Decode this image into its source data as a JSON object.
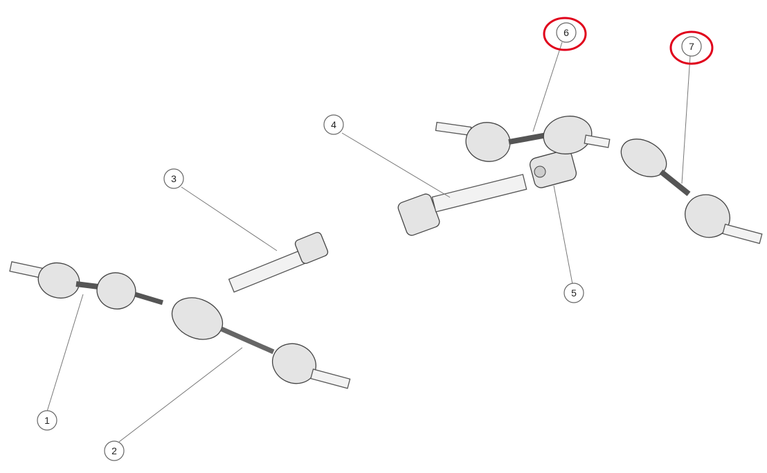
{
  "diagram": {
    "callouts": [
      {
        "label": "1",
        "highlighted": false
      },
      {
        "label": "2",
        "highlighted": false
      },
      {
        "label": "3",
        "highlighted": false
      },
      {
        "label": "4",
        "highlighted": false
      },
      {
        "label": "5",
        "highlighted": false
      },
      {
        "label": "6",
        "highlighted": true
      },
      {
        "label": "7",
        "highlighted": true
      }
    ],
    "highlight_color": "#e0001b"
  }
}
